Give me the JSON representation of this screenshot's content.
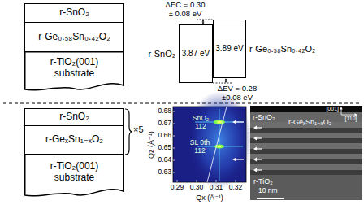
{
  "diagram": {
    "nodes": [
      {
        "text": [
          "r-SnO₂"
        ]
      },
      {
        "text": [
          "r-Ge₀.₅₈Sn₀.₄₂O₂"
        ]
      },
      {
        "text": [
          "r-TiO₂(001) substrate"
        ]
      },
      {
        "text": [
          "r-SnO₂",
          "3.87 eV"
        ]
      },
      {
        "text": [
          "r-Ge₀.₅₈Sn₀.₄₂O₂",
          "3.89 eV"
        ]
      },
      {
        "text": [
          "r-SnO₂"
        ]
      },
      {
        "text": [
          "r-GeₓSn₁₋ₓO₂"
        ]
      },
      {
        "text": [
          "r-TiO₂(001) substrate"
        ]
      }
    ],
    "labels": [
      "ΔEC = 0.30 ± 0.08 eV",
      "ΔEV = 0.28 ±0.08 eV",
      "×5",
      "Qz (Å⁻¹)",
      "0.68",
      "0.67",
      "0.66",
      "0.65",
      "0.64",
      "0.63",
      "0.29",
      "0.30",
      "0.31",
      "0.32",
      "Qx (Å⁻¹)",
      "SnO₂ 112",
      "SL 0th 112",
      "[001]",
      "[110]",
      "r-SnO₂",
      "r-GeₓSn₁₋ₓO₂",
      "r-TiO₂",
      "10 nm"
    ]
  }
}
